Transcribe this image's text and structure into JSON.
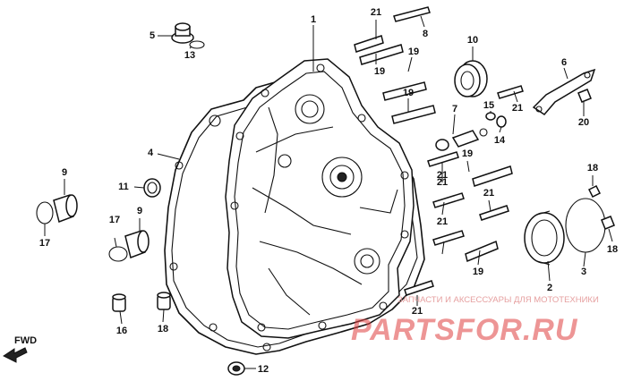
{
  "diagram": {
    "callouts": [
      {
        "id": "c1",
        "text": "1"
      },
      {
        "id": "c2",
        "text": "2"
      },
      {
        "id": "c3",
        "text": "3"
      },
      {
        "id": "c4",
        "text": "4"
      },
      {
        "id": "c5",
        "text": "5"
      },
      {
        "id": "c6",
        "text": "6"
      },
      {
        "id": "c7",
        "text": "7"
      },
      {
        "id": "c8",
        "text": "8"
      },
      {
        "id": "c9a",
        "text": "9"
      },
      {
        "id": "c9b",
        "text": "9"
      },
      {
        "id": "c10",
        "text": "10"
      },
      {
        "id": "c11",
        "text": "11"
      },
      {
        "id": "c12",
        "text": "12"
      },
      {
        "id": "c13",
        "text": "13"
      },
      {
        "id": "c14",
        "text": "14"
      },
      {
        "id": "c15",
        "text": "15"
      },
      {
        "id": "c16",
        "text": "16"
      },
      {
        "id": "c17a",
        "text": "17"
      },
      {
        "id": "c17b",
        "text": "17"
      },
      {
        "id": "c18a",
        "text": "18"
      },
      {
        "id": "c18b",
        "text": "18"
      },
      {
        "id": "c18c",
        "text": "18"
      },
      {
        "id": "c19a",
        "text": "19"
      },
      {
        "id": "c19b",
        "text": "19"
      },
      {
        "id": "c19c",
        "text": "19"
      },
      {
        "id": "c19d",
        "text": "19"
      },
      {
        "id": "c19e",
        "text": "19"
      },
      {
        "id": "c20",
        "text": "20"
      },
      {
        "id": "c21a",
        "text": "21"
      },
      {
        "id": "c21b",
        "text": "21"
      },
      {
        "id": "c21c",
        "text": "21"
      },
      {
        "id": "c21d",
        "text": "21"
      },
      {
        "id": "c21e",
        "text": "21"
      },
      {
        "id": "c21f",
        "text": "21"
      },
      {
        "id": "c21g",
        "text": "21"
      }
    ],
    "fwd_label": "FWD"
  },
  "watermark": {
    "text": "ЗАПЧАСТИ И АКСЕССУАРЫ ДЛЯ МОТОТЕХНИКИ",
    "logo": "PARTSFOR.RU",
    "color": "#e04040"
  }
}
